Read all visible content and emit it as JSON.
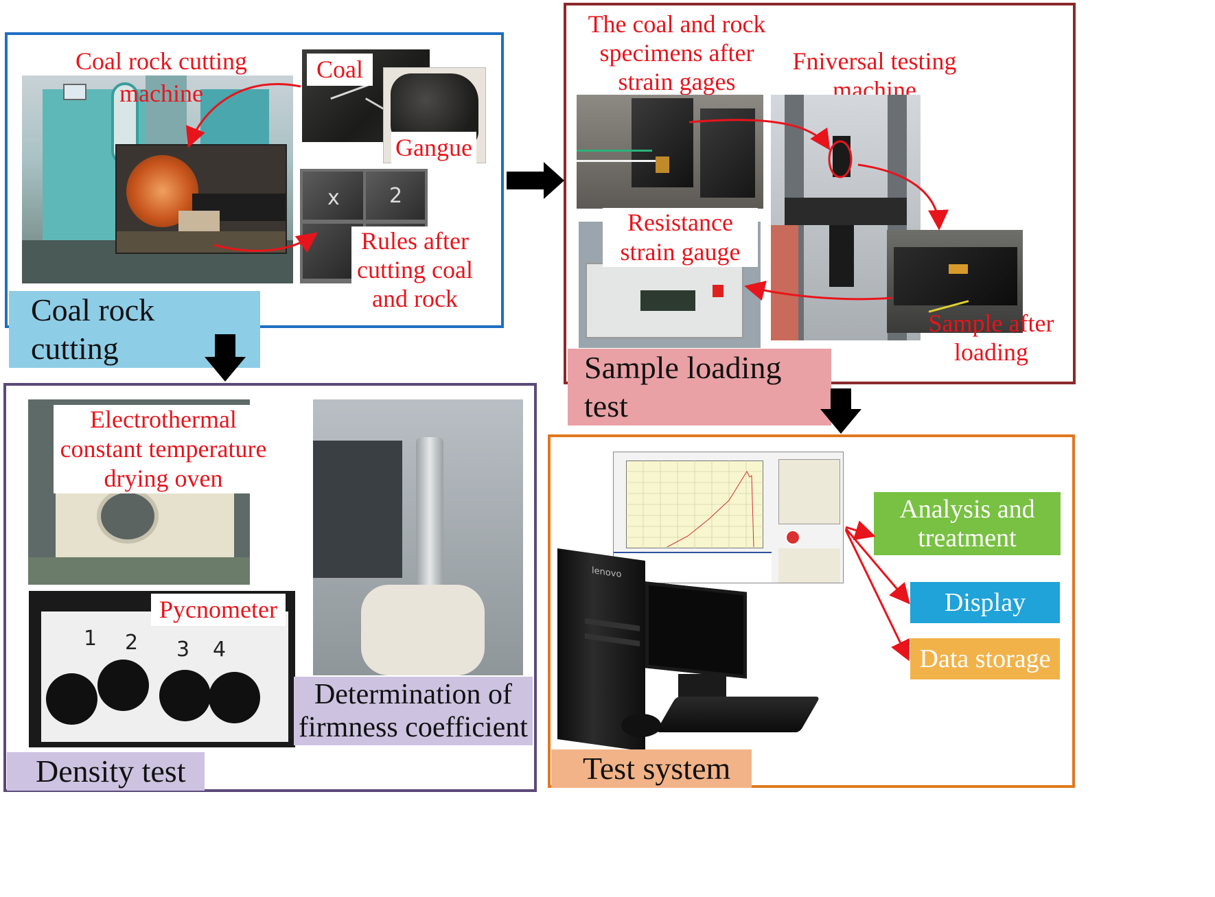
{
  "sections": {
    "cutting": {
      "title": "Coal rock cutting",
      "machine_label": "Coal rock cutting machine",
      "coal_label": "Coal",
      "gangue_label": "Gangue",
      "rules_label": "Rules after cutting coal and rock"
    },
    "loading": {
      "title": "Sample loading test",
      "specimens_label": "The coal and rock specimens after strain gages",
      "universal_label": "Fniversal testing machine",
      "resistance_label": "Resistance strain gauge",
      "after_label": "Sample after loading"
    },
    "density": {
      "title": "Density test",
      "oven_label": "Electrothermal constant temperature drying oven",
      "pycnometer_label": "Pycnometer",
      "firmness_label": "Determination of firmness coefficient"
    },
    "system": {
      "title": "Test system",
      "analysis_label": "Analysis and treatment",
      "display_label": "Display",
      "storage_label": "Data storage"
    }
  },
  "pycnometer_numbers": [
    "1",
    "2",
    "3",
    "4"
  ],
  "monitor_brand": "lenovo",
  "colors": {
    "cutting_border": "#1e6fc3",
    "cutting_title_bg": "#8ecde6",
    "loading_border": "#8b2a2a",
    "loading_title_bg": "#e9a1a6",
    "density_border": "#5b4a78",
    "density_title_bg": "#cdc3e1",
    "system_border": "#e0781f",
    "system_title_bg": "#f2b388",
    "analysis_bg": "#78c142",
    "display_bg": "#1fa3d9",
    "storage_bg": "#f2b24a",
    "annotation_red": "#e8141b"
  }
}
